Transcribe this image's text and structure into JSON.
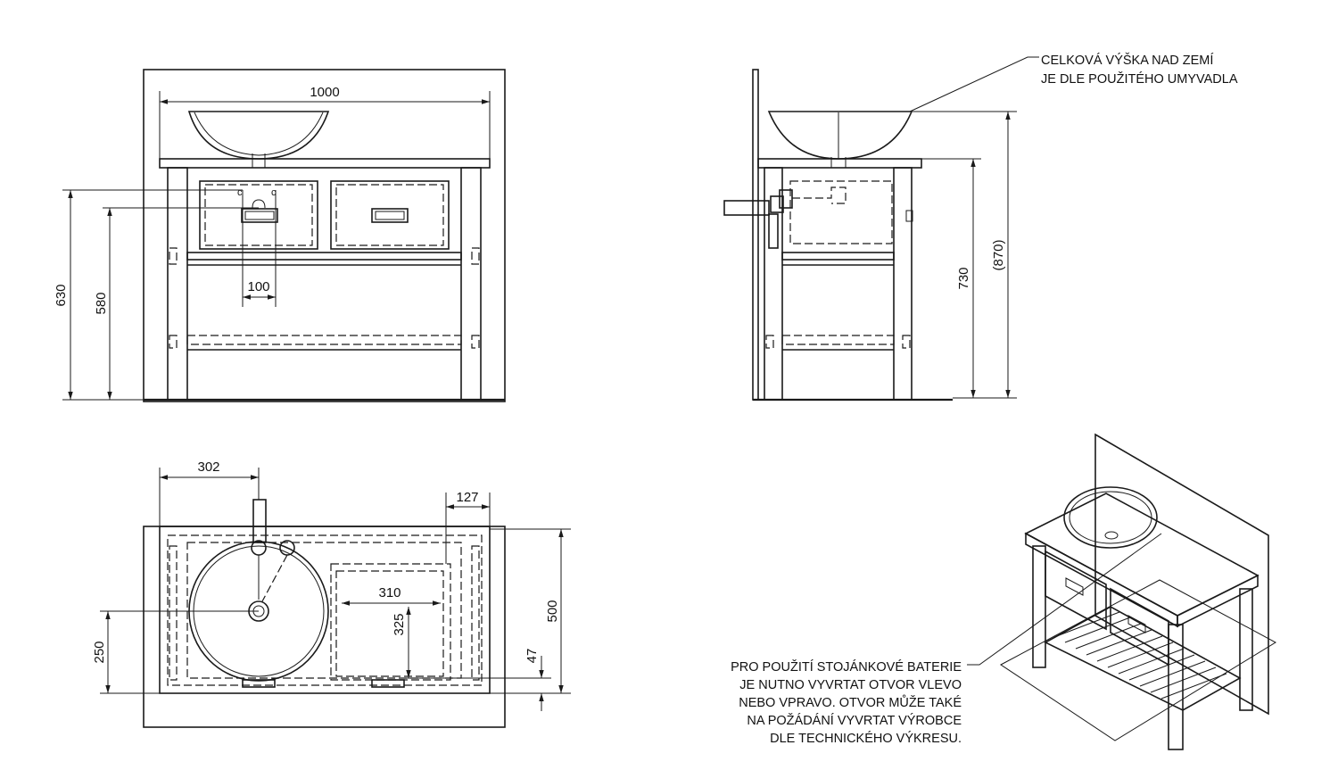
{
  "dimensions": {
    "front_width": "1000",
    "front_height_630": "630",
    "front_height_580": "580",
    "tap_spacing": "100",
    "side_height_730": "730",
    "side_height_870": "(870)",
    "top_offset_302": "302",
    "top_offset_127": "127",
    "top_depth_500": "500",
    "top_offset_250": "250",
    "top_offset_47": "47",
    "cutout_width_310": "310",
    "cutout_depth_325": "325"
  },
  "notes": {
    "height_note": [
      "CELKOVÁ VÝŠKA NAD ZEMÍ",
      "JE DLE POUŽITÉHO UMYVADLA"
    ],
    "tap_note": [
      "PRO POUŽITÍ STOJÁNKOVÉ BATERIE",
      "JE NUTNO VYVRTAT OTVOR VLEVO",
      "NEBO VPRAVO. OTVOR MŮŽE TAKÉ",
      "NA POŽÁDÁNÍ VYVRTAT VÝROBCE",
      "DLE TECHNICKÉHO VÝKRESU."
    ]
  },
  "colors": {
    "line": "#1a1a1a",
    "background": "#ffffff"
  }
}
